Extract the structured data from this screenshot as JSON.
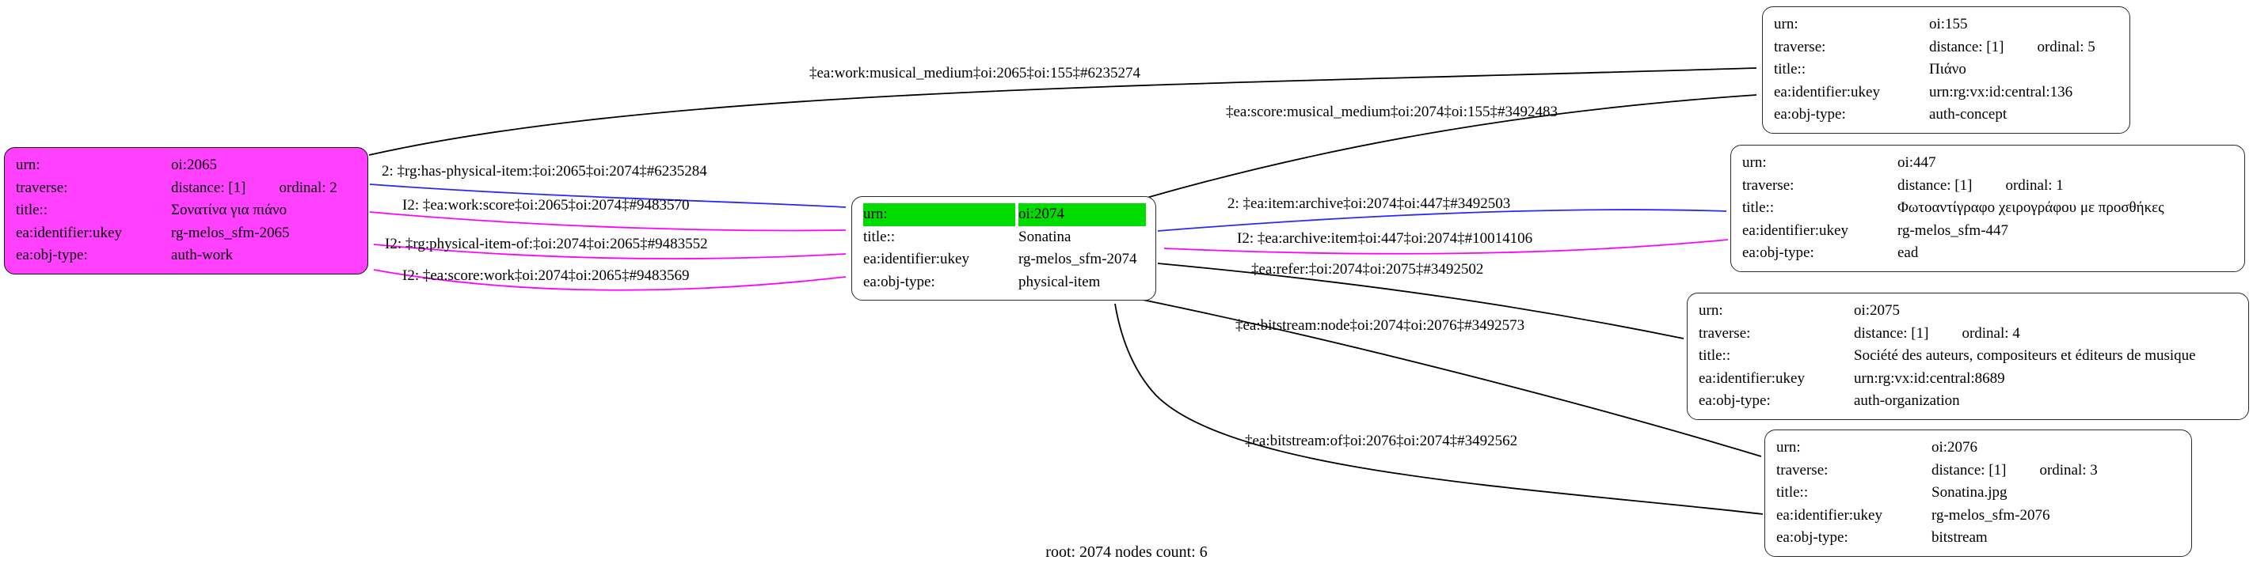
{
  "caption": "root: 2074 nodes count: 6",
  "colors": {
    "work_node_fill": "#ff40ff",
    "root_row_highlight": "#00dc00",
    "forward_edge": "#2727ff",
    "inverse_edge": "#ff00ff",
    "plain_edge": "#000000"
  },
  "nodes": {
    "n2065": {
      "rows": [
        {
          "k": "urn:",
          "v": "oi:2065"
        },
        {
          "k": "traverse:",
          "v": "distance: [1]",
          "o": "ordinal: 2"
        },
        {
          "k": "title::",
          "v": "Σονατίνα για πιάνο"
        },
        {
          "k": "ea:identifier:ukey",
          "v": "rg-melos_sfm-2065"
        },
        {
          "k": "ea:obj-type:",
          "v": "auth-work"
        }
      ]
    },
    "n2074": {
      "rows": [
        {
          "k": "urn:",
          "v": "oi:2074"
        },
        {
          "k": "title::",
          "v": "Sonatina"
        },
        {
          "k": "ea:identifier:ukey",
          "v": "rg-melos_sfm-2074"
        },
        {
          "k": "ea:obj-type:",
          "v": "physical-item"
        }
      ]
    },
    "n155": {
      "rows": [
        {
          "k": "urn:",
          "v": "oi:155"
        },
        {
          "k": "traverse:",
          "v": "distance: [1]",
          "o": "ordinal: 5"
        },
        {
          "k": "title::",
          "v": "Πιάνο"
        },
        {
          "k": "ea:identifier:ukey",
          "v": "urn:rg:vx:id:central:136"
        },
        {
          "k": "ea:obj-type:",
          "v": "auth-concept"
        }
      ]
    },
    "n447": {
      "rows": [
        {
          "k": "urn:",
          "v": "oi:447"
        },
        {
          "k": "traverse:",
          "v": "distance: [1]",
          "o": "ordinal: 1"
        },
        {
          "k": "title::",
          "v": "Φωτοαντίγραφο χειρογράφου με προσθήκες"
        },
        {
          "k": "ea:identifier:ukey",
          "v": "rg-melos_sfm-447"
        },
        {
          "k": "ea:obj-type:",
          "v": "ead"
        }
      ]
    },
    "n2075": {
      "rows": [
        {
          "k": "urn:",
          "v": "oi:2075"
        },
        {
          "k": "traverse:",
          "v": "distance: [1]",
          "o": "ordinal: 4"
        },
        {
          "k": "title::",
          "v": "Société des auteurs, compositeurs et éditeurs de musique"
        },
        {
          "k": "ea:identifier:ukey",
          "v": "urn:rg:vx:id:central:8689"
        },
        {
          "k": "ea:obj-type:",
          "v": "auth-organization"
        }
      ]
    },
    "n2076": {
      "rows": [
        {
          "k": "urn:",
          "v": "oi:2076"
        },
        {
          "k": "traverse:",
          "v": "distance: [1]",
          "o": "ordinal: 3"
        },
        {
          "k": "title::",
          "v": "Sonatina.jpg"
        },
        {
          "k": "ea:identifier:ukey",
          "v": "rg-melos_sfm-2076"
        },
        {
          "k": "ea:obj-type:",
          "v": "bitstream"
        }
      ]
    }
  },
  "edges": {
    "work_musical_medium": {
      "label": "‡ea:work:musical_medium‡oi:2065‡oi:155‡#6235274",
      "color": "#000000"
    },
    "score_musical_medium": {
      "label": "‡ea:score:musical_medium‡oi:2074‡oi:155‡#3492483",
      "color": "#000000"
    },
    "has_physical_item": {
      "label": "2: ‡rg:has-physical-item:‡oi:2065‡oi:2074‡#6235284",
      "color": "#2727ff"
    },
    "work_score": {
      "label": "I2: ‡ea:work:score‡oi:2065‡oi:2074‡#9483570",
      "color": "#ff00ff"
    },
    "physical_item_of": {
      "label": "I2: ‡rg:physical-item-of:‡oi:2074‡oi:2065‡#9483552",
      "color": "#ff00ff"
    },
    "score_work": {
      "label": "I2: ‡ea:score:work‡oi:2074‡oi:2065‡#9483569",
      "color": "#ff00ff"
    },
    "item_archive": {
      "label": "2: ‡ea:item:archive‡oi:2074‡oi:447‡#3492503",
      "color": "#2727ff"
    },
    "archive_item": {
      "label": "I2: ‡ea:archive:item‡oi:447‡oi:2074‡#10014106",
      "color": "#ff00ff"
    },
    "refer": {
      "label": "‡ea:refer:‡oi:2074‡oi:2075‡#3492502",
      "color": "#000000"
    },
    "bitstream_node": {
      "label": "‡ea:bitstream:node‡oi:2074‡oi:2076‡#3492573",
      "color": "#000000"
    },
    "bitstream_of": {
      "label": "‡ea:bitstream:of‡oi:2076‡oi:2074‡#3492562",
      "color": "#000000"
    }
  }
}
